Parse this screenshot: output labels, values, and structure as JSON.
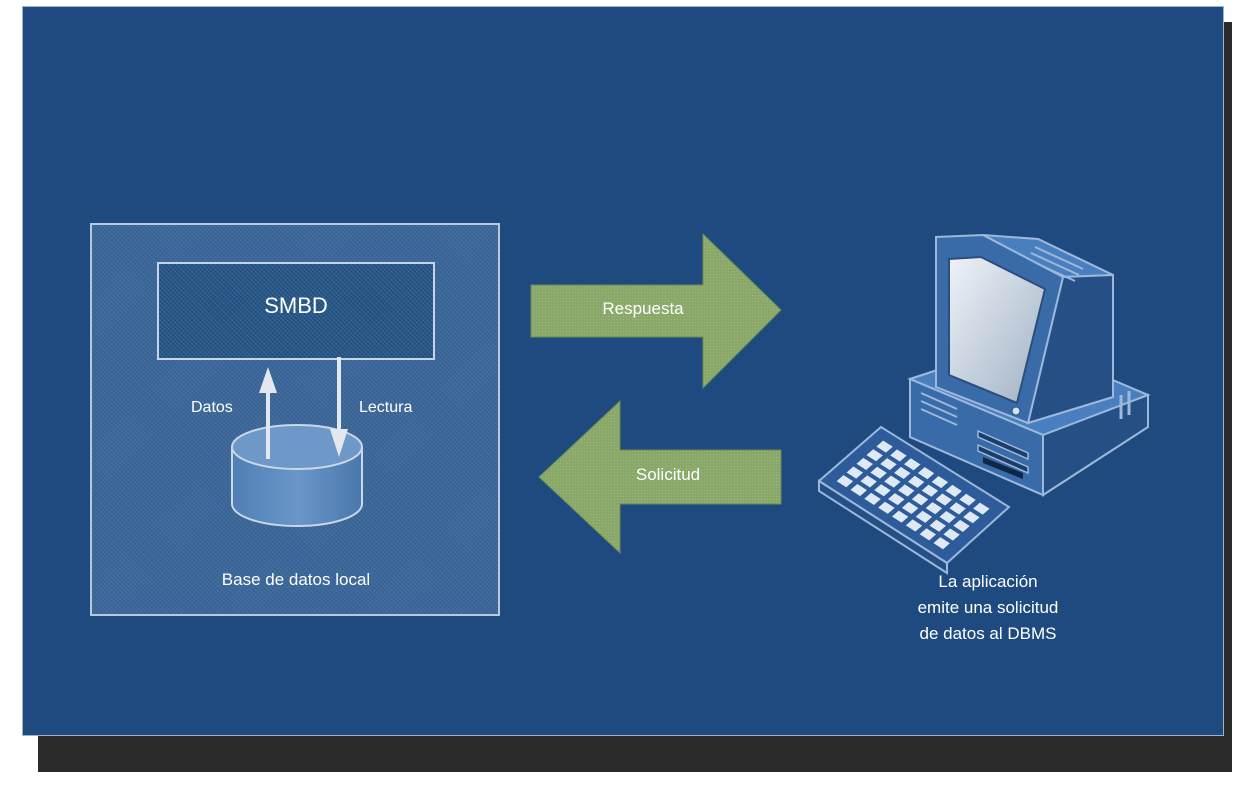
{
  "diagram": {
    "local_box": {
      "system_label": "SMBD",
      "arrow_up_label": "Datos",
      "arrow_down_label": "Lectura",
      "database_label": "Base de datos local"
    },
    "arrows": {
      "response_label": "Respuesta",
      "request_label": "Solicitud"
    },
    "client": {
      "caption_line1": "La aplicación",
      "caption_line2": "emite una solicitud",
      "caption_line3": "de datos al DBMS"
    },
    "colors": {
      "background": "#1f4a80",
      "shadow": "#2b2b2b",
      "arrow_green": "#8aa86a",
      "computer_blue": "#3f73b6",
      "local_box_fill": "#3a6699"
    },
    "icons": [
      "computer-icon",
      "keyboard-icon",
      "database-icon"
    ]
  }
}
